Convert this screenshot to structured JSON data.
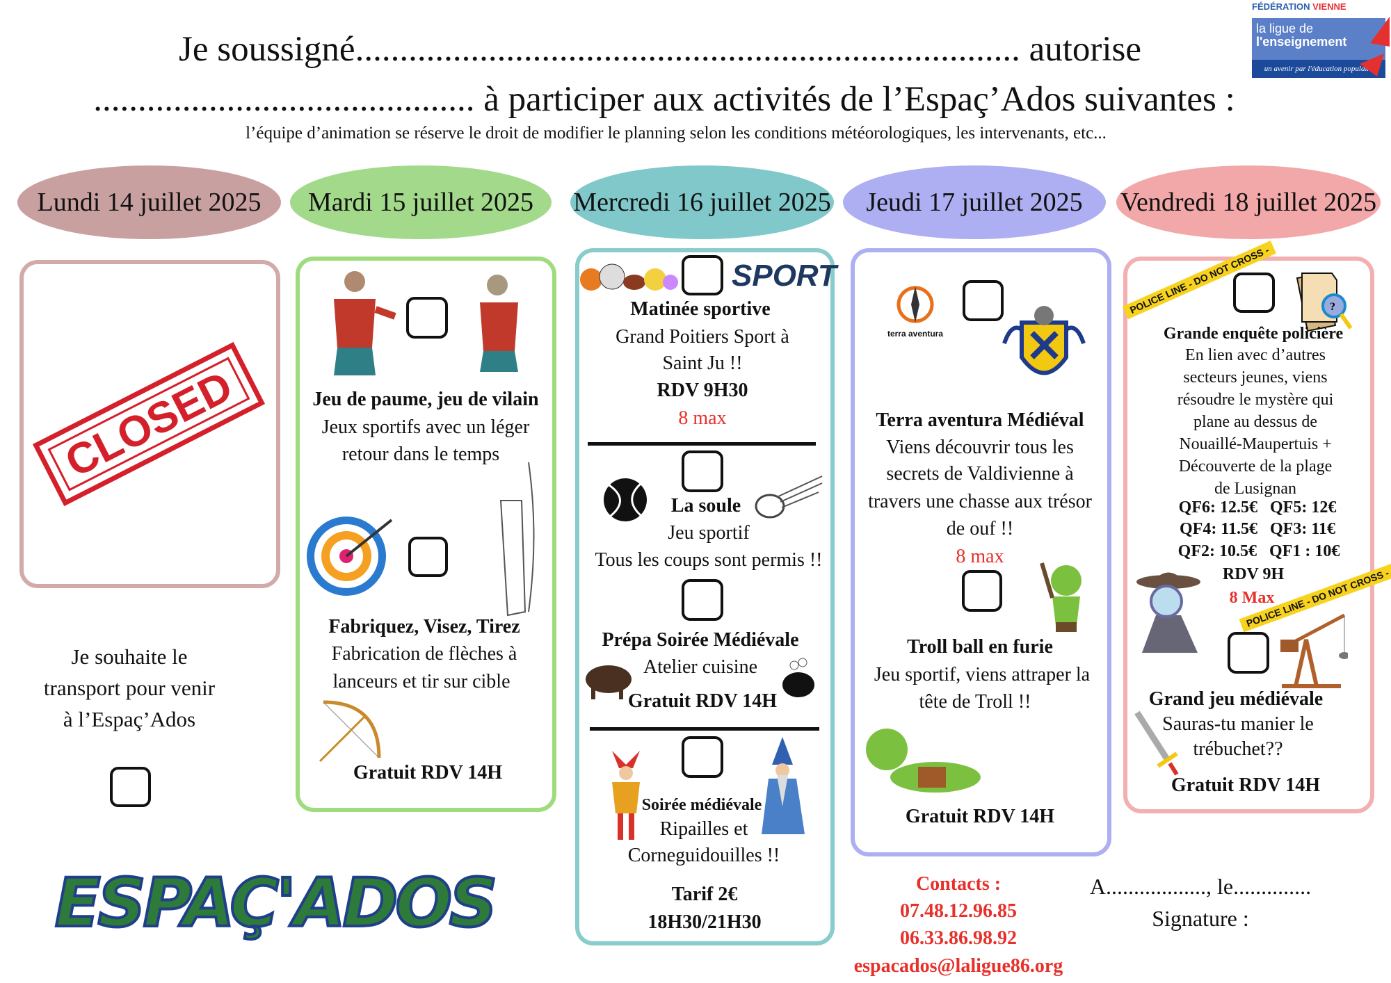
{
  "header": {
    "line1": "Je soussigné........................................................................... autorise",
    "line2": "........................................... à participer aux activités de l’Espaç’Ados suivantes :",
    "note": "l’équipe d’animation se réserve le droit de modifier le planning selon les conditions météorologiques, les intervenants, etc...",
    "logo": {
      "federation": "FÉDÉRATION",
      "vienne": "VIENNE",
      "ligue": "la ligue de",
      "enseignement": "l'enseignement",
      "tagline": "un avenir par l'éducation populaire"
    }
  },
  "days": [
    {
      "label": "Lundi 14 juillet 2025",
      "color": "#c9a0a0"
    },
    {
      "label": "Mardi 15 juillet 2025",
      "color": "#a3d98a"
    },
    {
      "label": "Mercredi 16 juillet 2025",
      "color": "#80c8ca"
    },
    {
      "label": "Jeudi 17 juillet 2025",
      "color": "#aeaef2"
    },
    {
      "label": "Vendredi 18 juillet 2025",
      "color": "#f2a8a8"
    }
  ],
  "lundi": {
    "stamp": "CLOSED",
    "transport": [
      "Je souhaite le",
      "transport pour venir",
      "à l’Espaç’Ados"
    ],
    "logo_text": "ESPAÇ'ADOS"
  },
  "mardi": {
    "a1_title": "Jeu de paume, jeu de vilain",
    "a1_lines": [
      "Jeux sportifs avec un léger",
      "retour dans le temps"
    ],
    "a2_title": "Fabriquez, Visez, Tirez",
    "a2_lines": [
      "Fabrication de flèches à",
      "lanceurs et tir sur cible"
    ],
    "price": "Gratuit RDV 14H"
  },
  "mercredi": {
    "sport_logo": "SPORT",
    "a1_title": "Matinée sportive",
    "a1_lines": [
      "Grand Poitiers Sport à",
      "Saint Ju !!"
    ],
    "a1_rdv": "RDV 9H30",
    "a1_max": "8 max",
    "a2_title": "La soule",
    "a2_lines": [
      "Jeu sportif",
      "Tous les coups sont permis !!"
    ],
    "a3_title": "Prépa Soirée Médiévale",
    "a3_line": "Atelier cuisine",
    "a3_price": "Gratuit RDV 14H",
    "a4_title": "Soirée médiévale",
    "a4_lines": [
      "Ripailles et",
      "Corneguidouilles !!"
    ],
    "a4_price": "Tarif 2€",
    "a4_time": "18H30/21H30"
  },
  "jeudi": {
    "terra_logo": "terra aventura",
    "a1_title": "Terra aventura Médiéval",
    "a1_lines": [
      "Viens découvrir tous les",
      "secrets de Valdivienne à",
      "travers une chasse aux trésor",
      "de ouf !!"
    ],
    "a1_max": "8 max",
    "a2_title": "Troll ball en furie",
    "a2_lines": [
      "Jeu sportif, viens attraper la",
      "tête de Troll !!"
    ],
    "price": "Gratuit RDV 14H"
  },
  "vendredi": {
    "tape": "POLICE LINE - DO NOT CROSS -",
    "a1_title": "Grande enquête policière",
    "a1_lines": [
      "En lien avec d’autres",
      "secteurs jeunes, viens",
      "résoudre le mystère qui",
      "plane au dessus de",
      "Nouaillé-Maupertuis +",
      "Découverte de la plage",
      "de Lusignan"
    ],
    "qf": [
      "QF6: 12.5€   QF5: 12€",
      "QF4: 11.5€   QF3: 11€",
      "QF2: 10.5€   QF1 : 10€"
    ],
    "rdv": "RDV 9H",
    "max": "8 Max",
    "a2_title": "Grand jeu médiévale",
    "a2_lines": [
      "Sauras-tu manier le",
      "trébuchet??"
    ],
    "price": "Gratuit RDV 14H"
  },
  "contacts": {
    "label": "Contacts :",
    "phones": [
      "07.48.12.96.85",
      "06.33.86.98.92"
    ],
    "email": "espacados@laligue86.org"
  },
  "signature": {
    "place_date": "A.................., le..............",
    "label": "Signature :"
  }
}
